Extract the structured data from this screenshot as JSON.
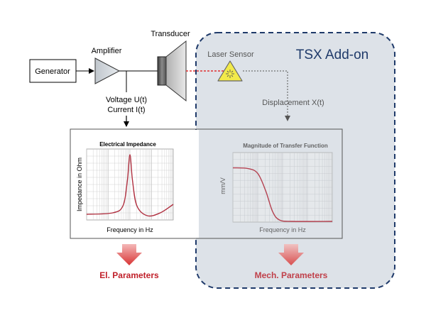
{
  "blocks": {
    "generator": "Generator",
    "amplifier": "Amplifier",
    "transducer": "Transducer",
    "laser_sensor": "Laser Sensor",
    "addon_title": "TSX Add-on"
  },
  "signals": {
    "voltage": "Voltage U(t)",
    "current": "Current I(t)",
    "displacement": "Displacement X(t)"
  },
  "outputs": {
    "electrical": "El. Parameters",
    "mechanical": "Mech. Parameters"
  },
  "colors": {
    "addon_fill": "#dde2e8",
    "addon_border": "#1f3a6a",
    "addon_title": "#1f3a6a",
    "electrical_output": "#c0202a",
    "mechanical_output": "#c0404a",
    "curve": "#b03040",
    "laser_warning": "#f2ea4a",
    "laser_beam": "#e03030"
  },
  "chart_data": [
    {
      "type": "line",
      "title": "Electrical Impedance",
      "xlabel": "Frequency in Hz",
      "ylabel": "Impedance in Ohm",
      "xscale": "log",
      "grid": true,
      "description_points": [
        [
          0.0,
          0.08
        ],
        [
          0.3,
          0.1
        ],
        [
          0.42,
          0.2
        ],
        [
          0.47,
          0.55
        ],
        [
          0.5,
          0.92
        ],
        [
          0.53,
          0.55
        ],
        [
          0.58,
          0.2
        ],
        [
          0.7,
          0.06
        ],
        [
          0.85,
          0.1
        ],
        [
          1.0,
          0.22
        ]
      ]
    },
    {
      "type": "line",
      "title": "Magnitude of Transfer Function",
      "xlabel": "Frequency in Hz",
      "ylabel": "mm/V",
      "xscale": "log",
      "grid": true,
      "description_points": [
        [
          0.0,
          0.78
        ],
        [
          0.15,
          0.77
        ],
        [
          0.25,
          0.7
        ],
        [
          0.33,
          0.45
        ],
        [
          0.4,
          0.15
        ],
        [
          0.47,
          0.03
        ],
        [
          0.6,
          0.01
        ],
        [
          1.0,
          0.01
        ]
      ]
    }
  ]
}
